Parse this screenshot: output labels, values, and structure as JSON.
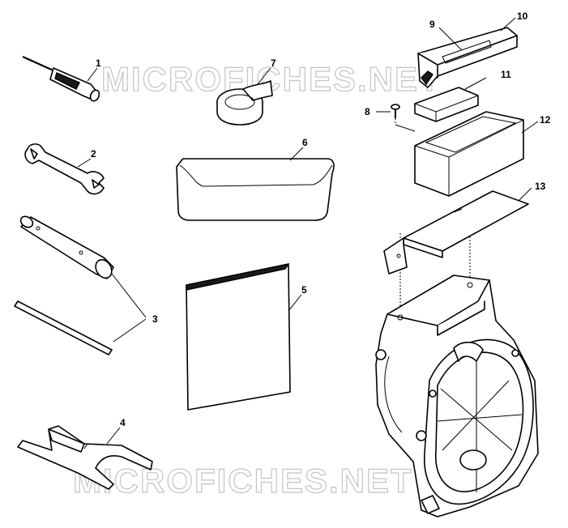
{
  "watermark": "MICROFICHES.NET",
  "colors": {
    "line": "#000000",
    "background": "#ffffff",
    "watermark": "#c4c4c4"
  },
  "callouts": [
    "1",
    "2",
    "3",
    "4",
    "5",
    "6",
    "7",
    "8",
    "9",
    "10",
    "11",
    "12",
    "13"
  ]
}
